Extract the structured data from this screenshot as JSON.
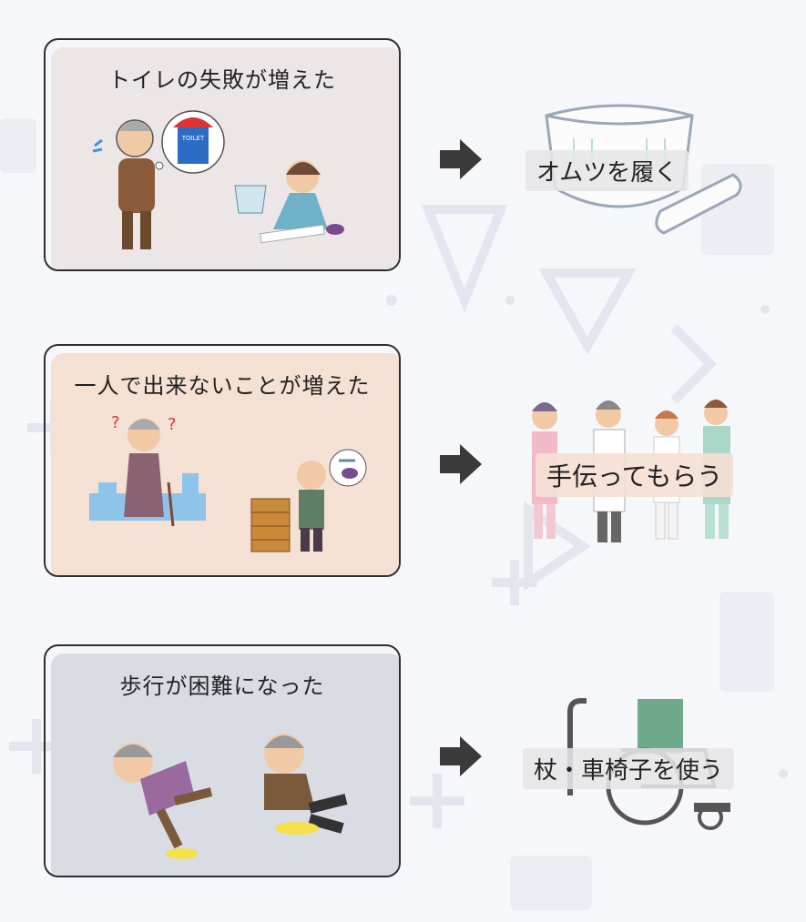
{
  "rows": [
    {
      "problem": "トイレの失敗が増えた",
      "solution": "オムツを履く",
      "toilet_sign": "TOILET"
    },
    {
      "problem": "一人で出来ないことが増えた",
      "solution": "手伝ってもらう"
    },
    {
      "problem": "歩行が困難になった",
      "solution": "杖・車椅子を使う"
    }
  ],
  "colors": {
    "card1": "#ece6e7",
    "card2": "#f5e0d4",
    "card3": "#d9dde3",
    "arrow": "#3a3a3a"
  }
}
